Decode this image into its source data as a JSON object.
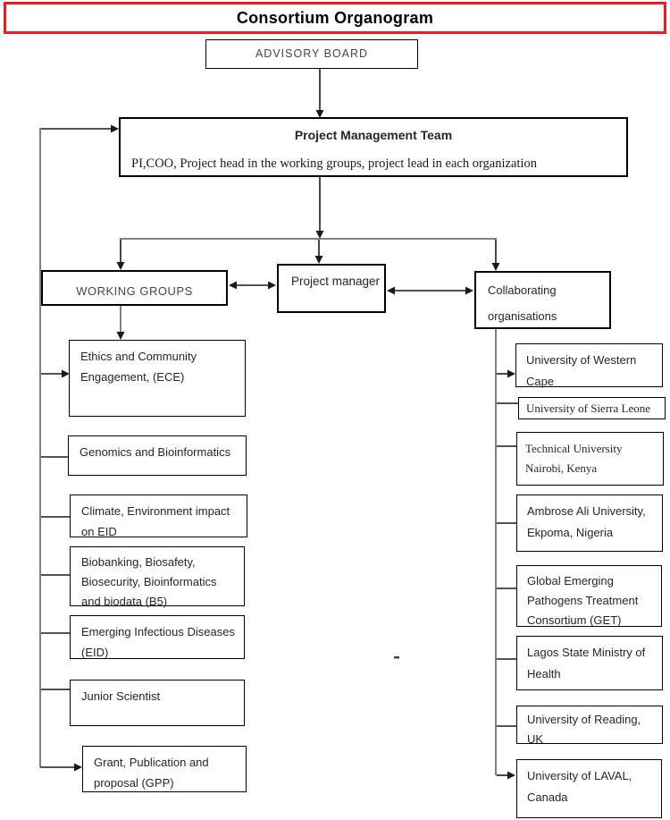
{
  "title": "Consortium Organogram",
  "advisory_board": {
    "label": "ADVISORY BOARD"
  },
  "project_management_team": {
    "title": "Project Management Team",
    "description": "PI,COO, Project head in the working groups, project lead in each organization"
  },
  "project_manager": {
    "label": "Project manager"
  },
  "working_groups": {
    "label": "WORKING GROUPS",
    "items": [
      {
        "label": "Ethics and Community Engagement, (ECE)"
      },
      {
        "label": "Genomics and Bioinformatics"
      },
      {
        "label": "Climate, Environment impact on EID"
      },
      {
        "label": "Biobanking, Biosafety, Biosecurity, Bioinformatics and biodata (B5)"
      },
      {
        "label": "Emerging Infectious Diseases (EID)"
      },
      {
        "label": "Junior Scientist"
      },
      {
        "label": "Grant, Publication and proposal (GPP)"
      }
    ]
  },
  "collaborating_organisations": {
    "label": "Collaborating organisations",
    "items": [
      {
        "label": "University of Western Cape"
      },
      {
        "label": "University of Sierra Leone"
      },
      {
        "label": "Technical University Nairobi, Kenya"
      },
      {
        "label": "Ambrose Ali University, Ekpoma, Nigeria"
      },
      {
        "label": "Global Emerging Pathogens Treatment Consortium (GET)"
      },
      {
        "label": "Lagos State Ministry of Health"
      },
      {
        "label": "University of Reading, UK"
      },
      {
        "label": "University of LAVAL, Canada"
      }
    ]
  },
  "colors": {
    "title_border": "#ed1c24",
    "box_border": "#000000",
    "line_black": "#1a1a1a",
    "line_gray": "#808080",
    "text_primary": "#262626",
    "text_muted": "#454545"
  }
}
